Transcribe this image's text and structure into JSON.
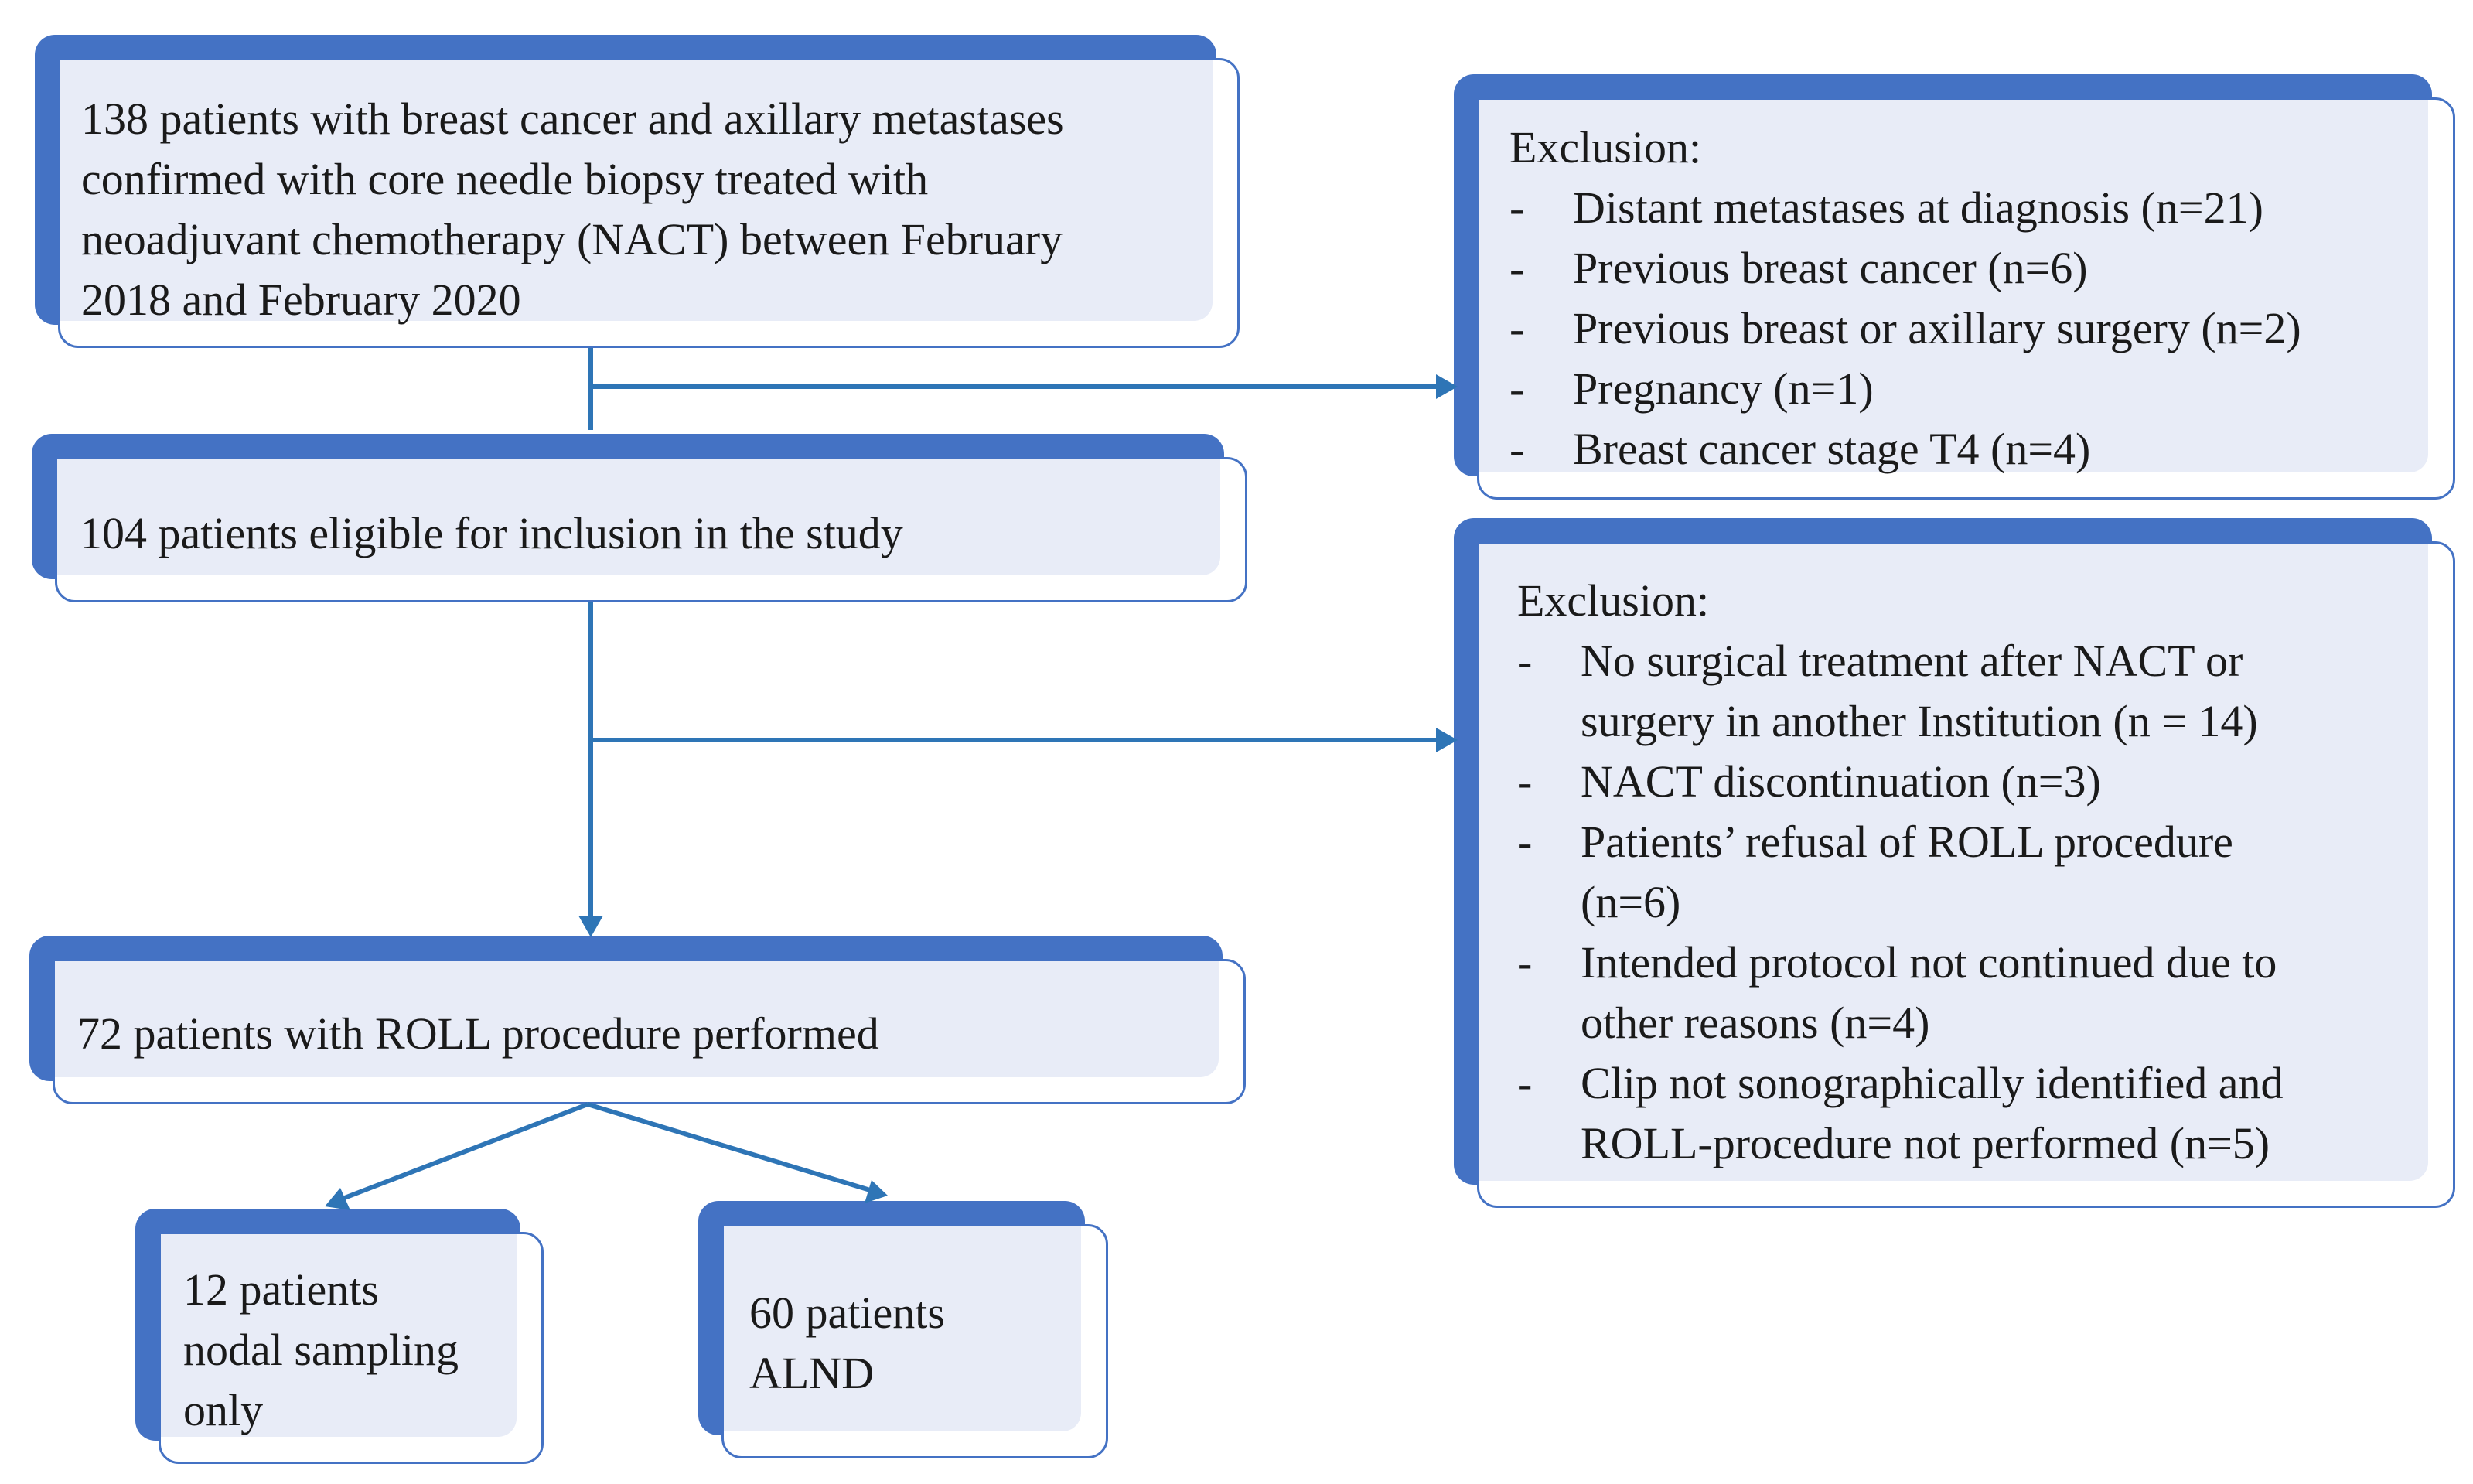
{
  "box1": {
    "lines": [
      "138 patients with breast cancer and axillary metastases",
      "confirmed with core needle biopsy treated with",
      "neoadjuvant chemotherapy (NACT) between February",
      "2018 and February 2020"
    ]
  },
  "exclusion1": {
    "heading": "Exclusion:",
    "items": [
      [
        "Distant metastases at diagnosis (n=21)"
      ],
      [
        "Previous breast cancer (n=6)"
      ],
      [
        "Previous breast or axillary surgery (n=2)"
      ],
      [
        "Pregnancy (n=1)"
      ],
      [
        "Breast cancer stage T4 (n=4)"
      ]
    ]
  },
  "box2": {
    "text": "104 patients eligible for inclusion in the study"
  },
  "exclusion2": {
    "heading": "Exclusion:",
    "items": [
      [
        "No surgical treatment after NACT or",
        "surgery in another Institution (n = 14)"
      ],
      [
        "NACT discontinuation (n=3)"
      ],
      [
        "Patients’ refusal of ROLL procedure",
        "(n=6)"
      ],
      [
        "Intended protocol not continued due to",
        "other reasons (n=4)"
      ],
      [
        "Clip not sonographically identified and",
        "ROLL-procedure not performed (n=5)"
      ]
    ]
  },
  "box3": {
    "text": "72 patients with ROLL procedure performed"
  },
  "box4": {
    "lines": [
      "12 patients",
      "nodal sampling",
      "only"
    ]
  },
  "box5": {
    "lines": [
      "60 patients",
      "ALND"
    ]
  },
  "bullet": "-",
  "colors": {
    "box_dark": "#4472c4",
    "box_light": "#e8ecf7",
    "arrow": "#2e75b6"
  }
}
